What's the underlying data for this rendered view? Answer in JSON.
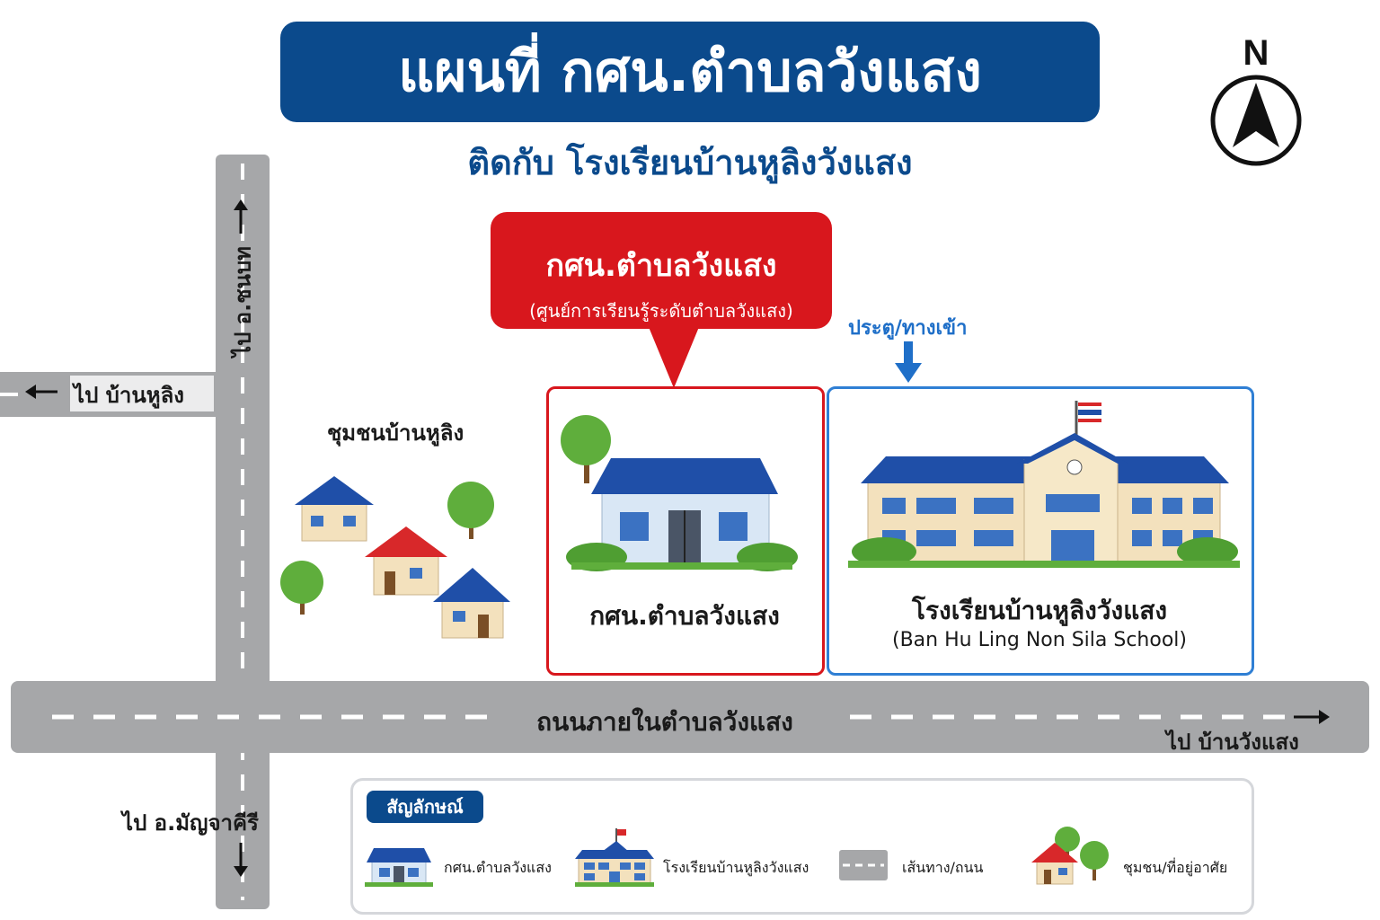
{
  "header": {
    "title": "แผนที่ กศน.ตำบลวังแสง",
    "subtitle": "ติดกับ โรงเรียนบ้านหูลิงวังแสง",
    "north_label": "N"
  },
  "roads": {
    "north_direction": "ไป อ.ชนบท",
    "west_direction": "ไป บ้านหูลิง",
    "south_direction": "ไป อ.มัญจาคีรี",
    "east_direction": "ไป บ้านวังแสง",
    "main_road_name": "ถนนภายในตำบลวังแสง"
  },
  "community": {
    "label": "ชุมชนบ้านหูลิง"
  },
  "callout": {
    "title": "กศน.ตำบลวังแสง",
    "subtitle": "(ศูนย์การเรียนรู้ระดับตำบลวังแสง)"
  },
  "gate": {
    "label": "ประตู/ทางเข้า"
  },
  "plots": {
    "learning_center": {
      "label": "กศน.ตำบลวังแสง"
    },
    "school": {
      "label": "โรงเรียนบ้านหูลิงวังแสง",
      "label_en": "(Ban Hu Ling Non Sila School)"
    }
  },
  "legend": {
    "title": "สัญลักษณ์",
    "items": [
      {
        "icon": "learning-center-icon",
        "label": "กศน.ตำบลวังแสง"
      },
      {
        "icon": "school-icon",
        "label": "โรงเรียนบ้านหูลิงวังแสง"
      },
      {
        "icon": "road-icon",
        "label": "เส้นทาง/ถนน"
      },
      {
        "icon": "community-icon",
        "label": "ชุมชน/ที่อยู่อาศัย"
      }
    ]
  },
  "colors": {
    "navy": "#0b4a8c",
    "red": "#d8171d",
    "blue_border": "#2f7fd4",
    "road_gray": "#a6a7a9",
    "roof_blue": "#1f4fa8",
    "roof_red": "#d8282a",
    "tree_green": "#5fae3c"
  }
}
